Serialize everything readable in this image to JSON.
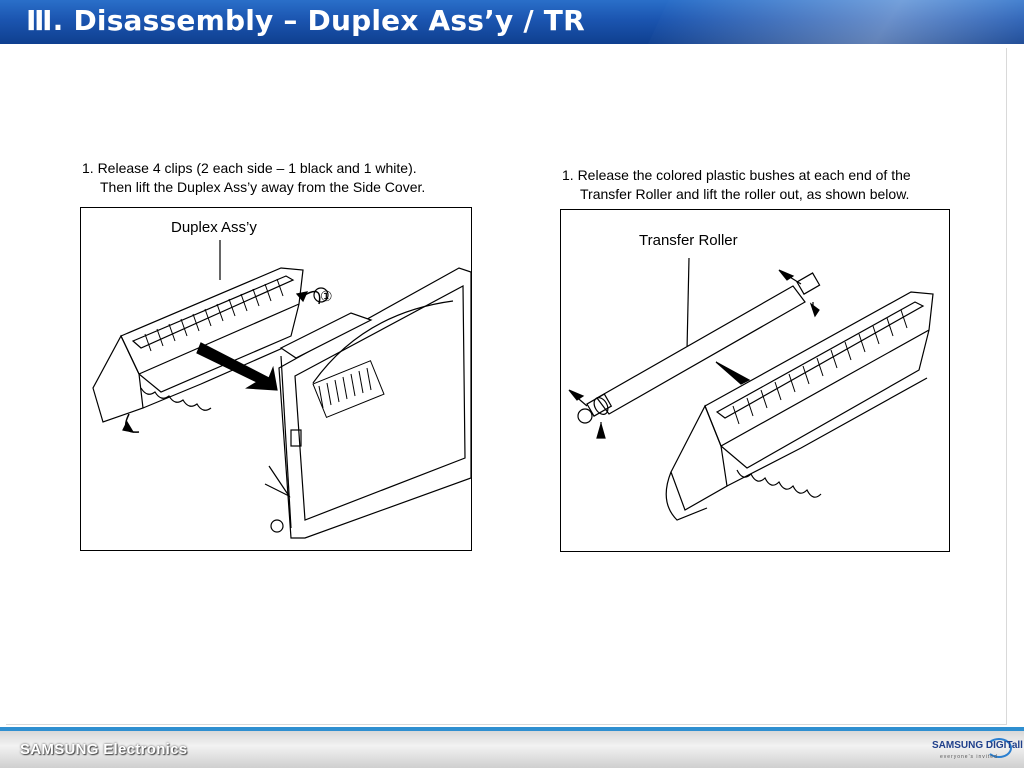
{
  "slide": {
    "title": "Ⅲ. Disassembly – Duplex Ass’y / TR"
  },
  "left": {
    "instruction_line1": "1. Release 4 clips (2 each side – 1 black and 1 white).",
    "instruction_line2": "Then lift the Duplex Ass’y away from the Side Cover.",
    "callout_label": "Duplex Ass’y",
    "step_marker": "①"
  },
  "right": {
    "instruction_line1": "1. Release the colored plastic bushes at each end of the",
    "instruction_line2": "Transfer Roller and lift the roller out, as shown below.",
    "callout_label": "Transfer Roller"
  },
  "footer": {
    "brand": "SAMSUNG Electronics",
    "logo_text": "SAMSUNG DIGITall",
    "logo_slogan": "everyone's invited"
  },
  "colors": {
    "title_bar": "#1b55b0",
    "footer_accent": "#2f8fd0"
  }
}
